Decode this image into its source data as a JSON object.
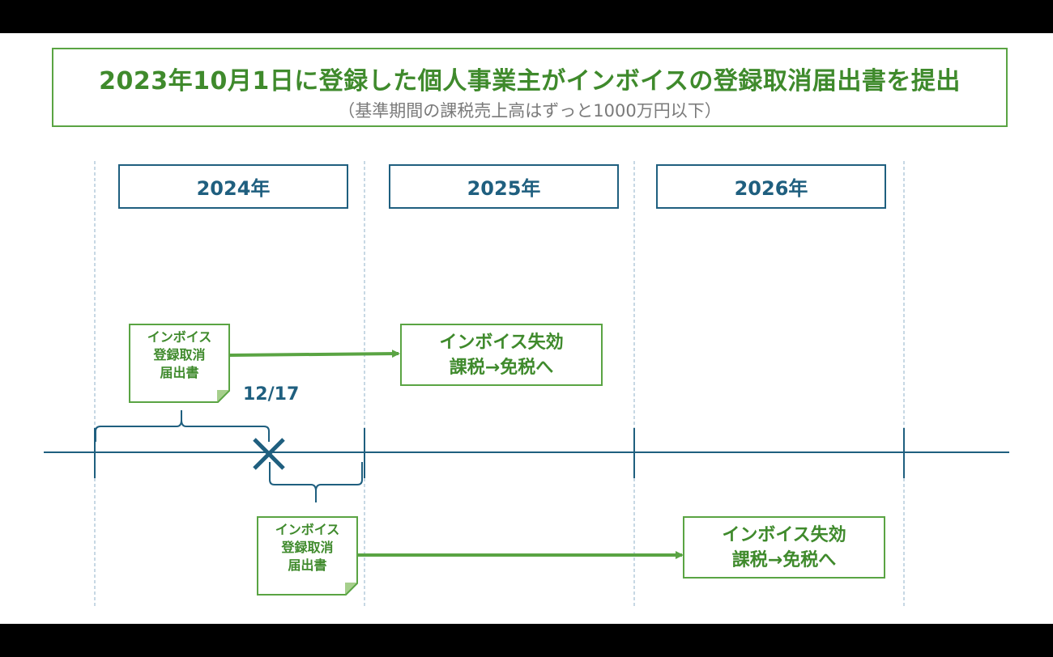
{
  "title": {
    "main": "2023年10月1日に登録した個人事業主がインボイスの登録取消届出書を提出",
    "sub": "（基準期間の課税売上高はずっと1000万円以下）"
  },
  "years": [
    "2024年",
    "2025年",
    "2026年"
  ],
  "upper": {
    "doc_lines": [
      "インボイス",
      "登録取消",
      "届出書"
    ],
    "date": "12/17",
    "result_lines": [
      "インボイス失効",
      "課税→免税へ"
    ]
  },
  "lower": {
    "doc_lines": [
      "インボイス",
      "登録取消",
      "届出書"
    ],
    "result_lines": [
      "インボイス失効",
      "課税→免税へ"
    ]
  },
  "colors": {
    "green": "#5aa443",
    "green_text": "#3f8a2c",
    "blue": "#1f5f7f",
    "title_border": "#5aa443"
  }
}
